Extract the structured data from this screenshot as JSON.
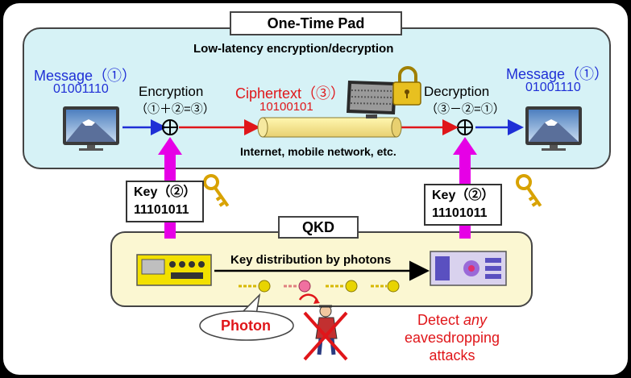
{
  "otp": {
    "title": "One-Time Pad",
    "subtitle": "Low-latency encryption/decryption",
    "message_label_left": "Message（①）",
    "message_bits_left": "01001110",
    "encryption_label": "Encryption",
    "encryption_formula": "（①＋②=③）",
    "ciphertext_label": "Ciphertext（③）",
    "ciphertext_bits": "10100101",
    "channel_label": "Internet, mobile network, etc.",
    "decryption_label": "Decryption",
    "decryption_formula": "（③－②=①）",
    "message_label_right": "Message（①）",
    "message_bits_right": "01001110"
  },
  "keys": {
    "left_label": "Key（②）",
    "left_bits": "11101011",
    "right_label": "Key（②）",
    "right_bits": "11101011"
  },
  "qkd": {
    "title": "QKD",
    "arrow_label": "Key distribution by photons",
    "photon_label": "Photon",
    "detect_line1_pre": "Detect ",
    "detect_line1_em": "any",
    "detect_line2": "eavesdropping",
    "detect_line3": "attacks"
  },
  "colors": {
    "otp_bg": "#d6f2f6",
    "qkd_bg": "#fbf7d2",
    "message_blue": "#1f2fd6",
    "ciphertext_red": "#e0161a",
    "key_arrow_magenta": "#e600e6"
  },
  "icons": [
    "monitor-mountain-icon",
    "xor-icon",
    "noise-monitor-icon",
    "padlock-icon",
    "key-icon",
    "qkd-sender-device-icon",
    "qkd-receiver-device-icon",
    "photon-icon",
    "eavesdropper-icon",
    "cross-mark-icon"
  ]
}
